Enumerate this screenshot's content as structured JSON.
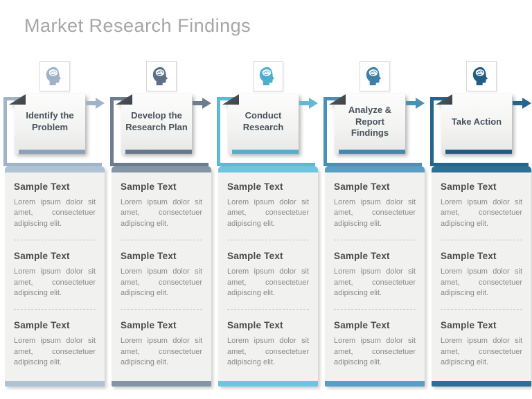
{
  "slide": {
    "title": "Market Research Findings",
    "background": "#ffffff",
    "fold_color": "#3c4248"
  },
  "columns": [
    {
      "label": "Identify the Problem",
      "accent": "#AFC3D5",
      "accent_dark": "#8CA2B8",
      "line": "#9FB4C9",
      "icon": "#9FB3C8",
      "icon_name": "head-brain-icon",
      "sections": [
        {
          "heading": "Sample Text",
          "body": "Lorem ipsum dolor sit amet, consectetuer adipiscing elit."
        },
        {
          "heading": "Sample Text",
          "body": "Lorem ipsum dolor sit amet, consectetuer adipiscing elit."
        },
        {
          "heading": "Sample Text",
          "body": "Lorem ipsum dolor sit amet, consectetuer adipiscing elit."
        }
      ]
    },
    {
      "label": "Develop the Research Plan",
      "accent": "#8496A6",
      "accent_dark": "#66788A",
      "line": "#6B7D8F",
      "icon": "#5C7085",
      "icon_name": "head-brain-icon",
      "sections": [
        {
          "heading": "Sample Text",
          "body": "Lorem ipsum dolor sit amet, consectetuer adipiscing elit."
        },
        {
          "heading": "Sample Text",
          "body": "Lorem ipsum dolor sit amet, consectetuer adipiscing elit."
        },
        {
          "heading": "Sample Text",
          "body": "Lorem ipsum dolor sit amet, consectetuer adipiscing elit."
        }
      ]
    },
    {
      "label": "Conduct Research",
      "accent": "#6EC5DE",
      "accent_dark": "#55AECB",
      "line": "#5FB9D4",
      "icon": "#4FAECE",
      "icon_name": "head-brain-icon",
      "sections": [
        {
          "heading": "Sample Text",
          "body": "Lorem ipsum dolor sit amet, consectetuer adipiscing elit."
        },
        {
          "heading": "Sample Text",
          "body": "Lorem ipsum dolor sit amet, consectetuer adipiscing elit."
        },
        {
          "heading": "Sample Text",
          "body": "Lorem ipsum dolor sit amet, consectetuer adipiscing elit."
        }
      ]
    },
    {
      "label": "Analyze & Report Findings",
      "accent": "#5B9DC3",
      "accent_dark": "#4588AE",
      "line": "#4A90B6",
      "icon": "#3C80A9",
      "icon_name": "head-brain-icon",
      "sections": [
        {
          "heading": "Sample Text",
          "body": "Lorem ipsum dolor sit amet, consectetuer adipiscing elit."
        },
        {
          "heading": "Sample Text",
          "body": "Lorem ipsum dolor sit amet, consectetuer adipiscing elit."
        },
        {
          "heading": "Sample Text",
          "body": "Lorem ipsum dolor sit amet, consectetuer adipiscing elit."
        }
      ]
    },
    {
      "label": "Take Action",
      "accent": "#2E6F95",
      "accent_dark": "#1F5E82",
      "line": "#24658B",
      "icon": "#205E84",
      "icon_name": "head-brain-icon",
      "sections": [
        {
          "heading": "Sample Text",
          "body": "Lorem ipsum dolor sit amet, consectetuer adipiscing elit."
        },
        {
          "heading": "Sample Text",
          "body": "Lorem ipsum dolor sit amet, consectetuer adipiscing elit."
        },
        {
          "heading": "Sample Text",
          "body": "Lorem ipsum dolor sit amet, consectetuer adipiscing elit."
        }
      ]
    }
  ]
}
